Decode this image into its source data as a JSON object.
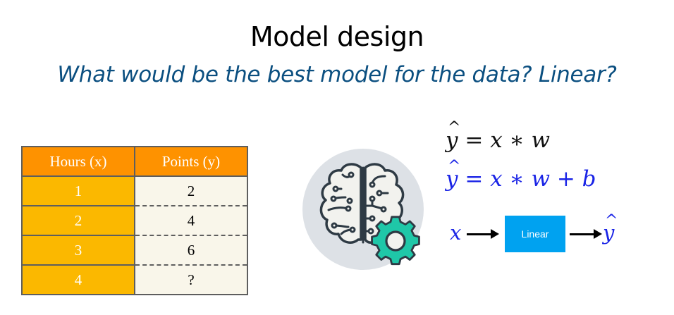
{
  "slide": {
    "title": "Model design",
    "subtitle": "What would be the best model for the data? Linear?"
  },
  "table": {
    "headers": [
      "Hours (x)",
      "Points (y)"
    ],
    "rows": [
      [
        "1",
        "2"
      ],
      [
        "2",
        "4"
      ],
      [
        "3",
        "6"
      ],
      [
        "4",
        "?"
      ]
    ],
    "colors": {
      "header_bg": "#fe9200",
      "x_col_bg": "#fbb800",
      "y_col_bg": "#f9f6ea",
      "border": "#5e5e5e"
    }
  },
  "illustration": {
    "icon": "brain-gear-icon",
    "colors": {
      "circle": "#dde1e6",
      "brain": "#f2f2ee",
      "outline": "#2e3a44",
      "gear": "#1fc7a8"
    }
  },
  "equations": {
    "eq1": {
      "lhs": "y",
      "rhs": " = x ∗ w"
    },
    "eq2": {
      "lhs": "y",
      "rhs": " = x ∗ w + b"
    }
  },
  "flow": {
    "input": "x",
    "box_label": "Linear",
    "output": "y",
    "box_color": "#00a2f0"
  }
}
